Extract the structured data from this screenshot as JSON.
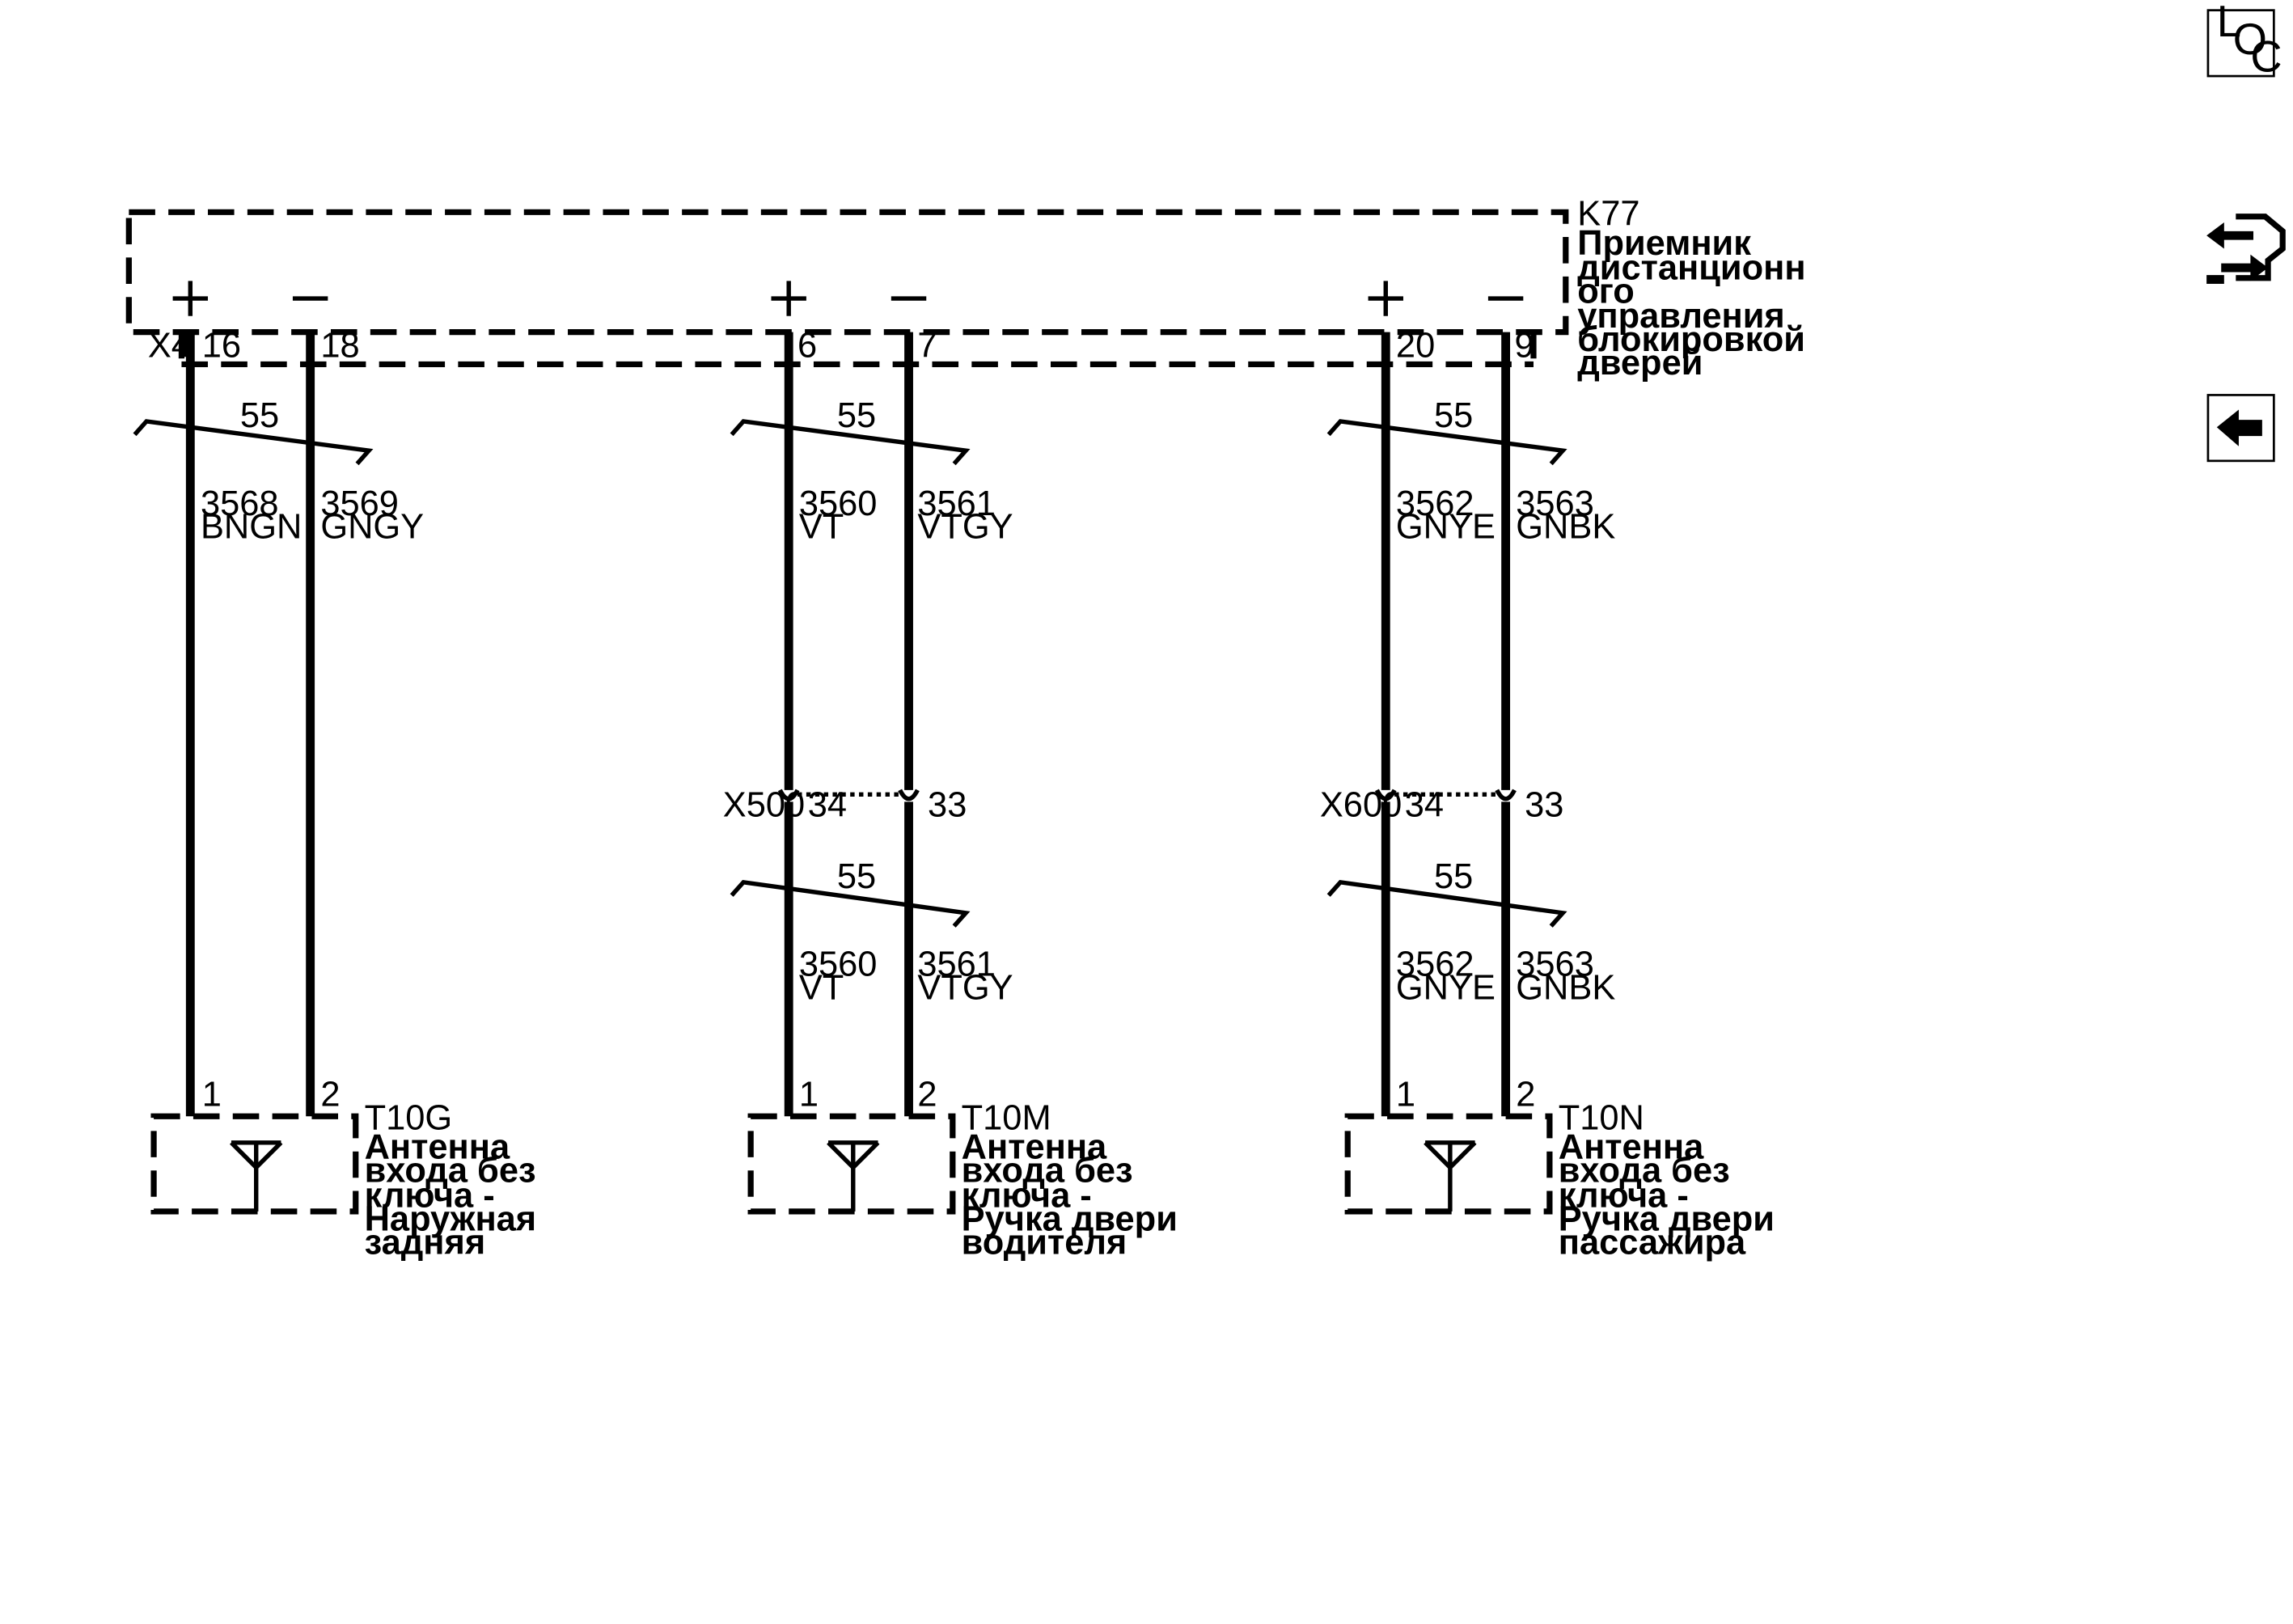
{
  "module": {
    "id": "K77",
    "name_lines": [
      "Приемник",
      "дистанционн",
      "ого",
      "управления",
      "блокировкой",
      "дверей"
    ],
    "connector": "X4",
    "pins": [
      {
        "pin": "16",
        "polarity": "+"
      },
      {
        "pin": "18",
        "polarity": "—"
      },
      {
        "pin": "6",
        "polarity": "+"
      },
      {
        "pin": "7",
        "polarity": "—"
      },
      {
        "pin": "20",
        "polarity": "+"
      },
      {
        "pin": "9",
        "polarity": "—"
      }
    ]
  },
  "twisted_pair_label": "55",
  "circuits": [
    {
      "num_a": "3568",
      "color_a": "BNGN",
      "num_b": "3569",
      "color_b": "GNGY"
    },
    {
      "num_a": "3560",
      "color_a": "VT",
      "num_b": "3561",
      "color_b": "VTGY"
    },
    {
      "num_a": "3562",
      "color_a": "GNYE",
      "num_b": "3563",
      "color_b": "GNBK"
    }
  ],
  "inline_connectors": [
    {
      "id": "X500",
      "pin_a": "34",
      "pin_b": "33"
    },
    {
      "id": "X600",
      "pin_a": "34",
      "pin_b": "33"
    }
  ],
  "antennas": [
    {
      "id": "T10G",
      "pin_a": "1",
      "pin_b": "2",
      "name_lines": [
        "Антенна",
        "входа без",
        "ключа -",
        "Наружная",
        "задняя"
      ]
    },
    {
      "id": "T10M",
      "pin_a": "1",
      "pin_b": "2",
      "name_lines": [
        "Антенна",
        "входа без",
        "ключа -",
        "Ручка двери",
        "водителя"
      ]
    },
    {
      "id": "T10N",
      "pin_a": "1",
      "pin_b": "2",
      "name_lines": [
        "Антенна",
        "входа без",
        "ключа -",
        "Ручка двери",
        "пассажира"
      ]
    }
  ],
  "nav": {
    "loc_letters": [
      "L",
      "O",
      "C"
    ],
    "icons": [
      "loc-icon",
      "connector-swap-icon",
      "back-arrow-icon"
    ]
  }
}
